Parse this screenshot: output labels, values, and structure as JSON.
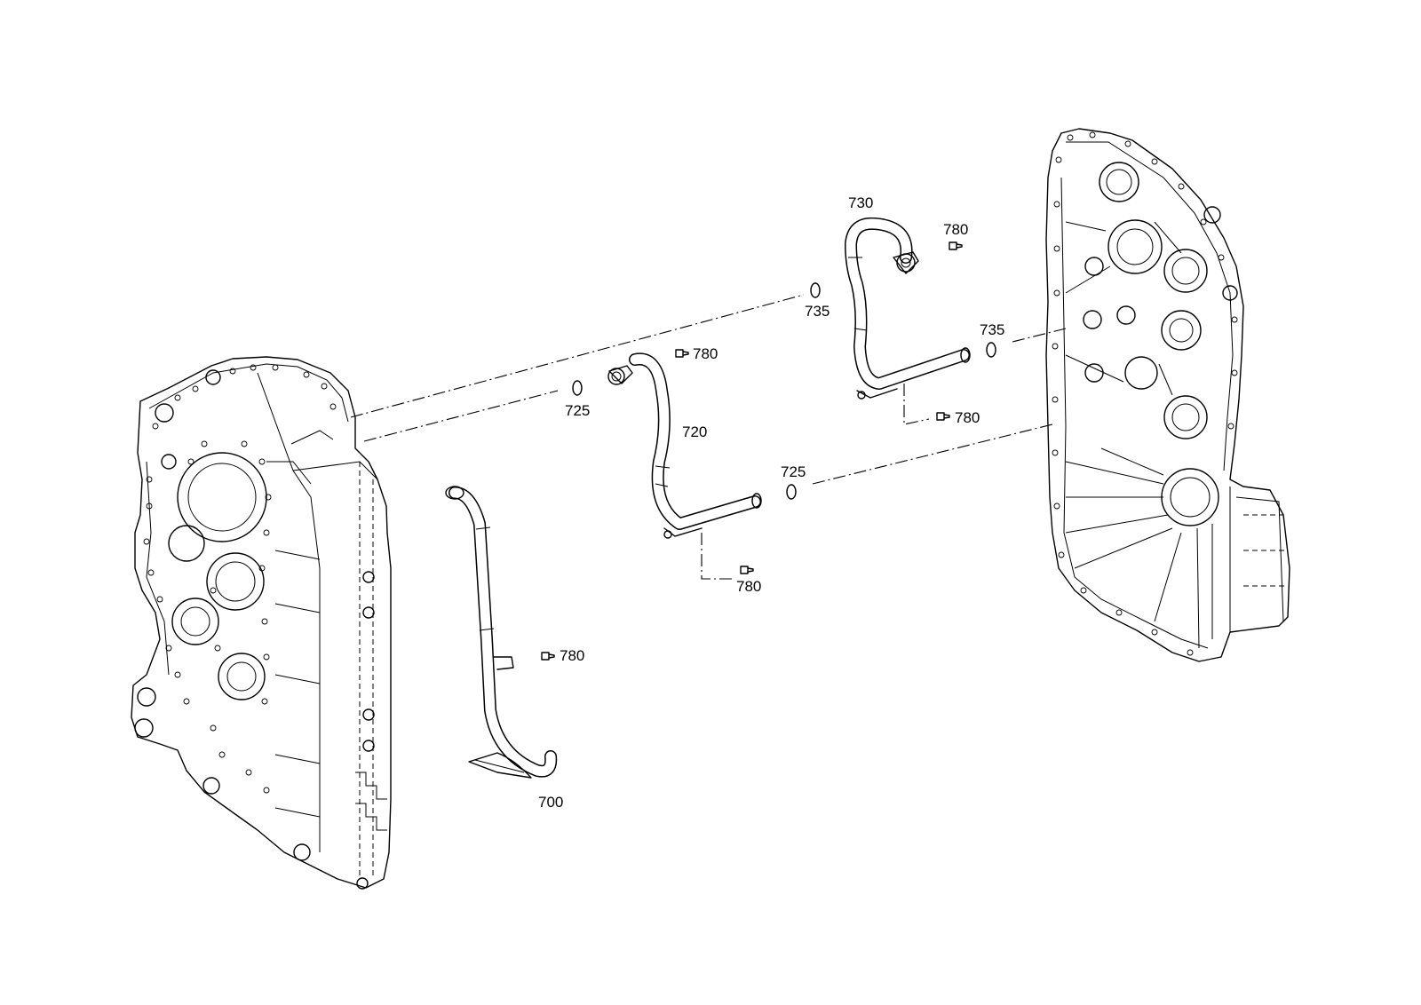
{
  "labels": {
    "p700": "700",
    "p720": "720",
    "p725a": "725",
    "p725b": "725",
    "p730": "730",
    "p735a": "735",
    "p735b": "735",
    "p780a": "780",
    "p780b": "780",
    "p780c": "780",
    "p780d": "780",
    "p780e": "780"
  }
}
